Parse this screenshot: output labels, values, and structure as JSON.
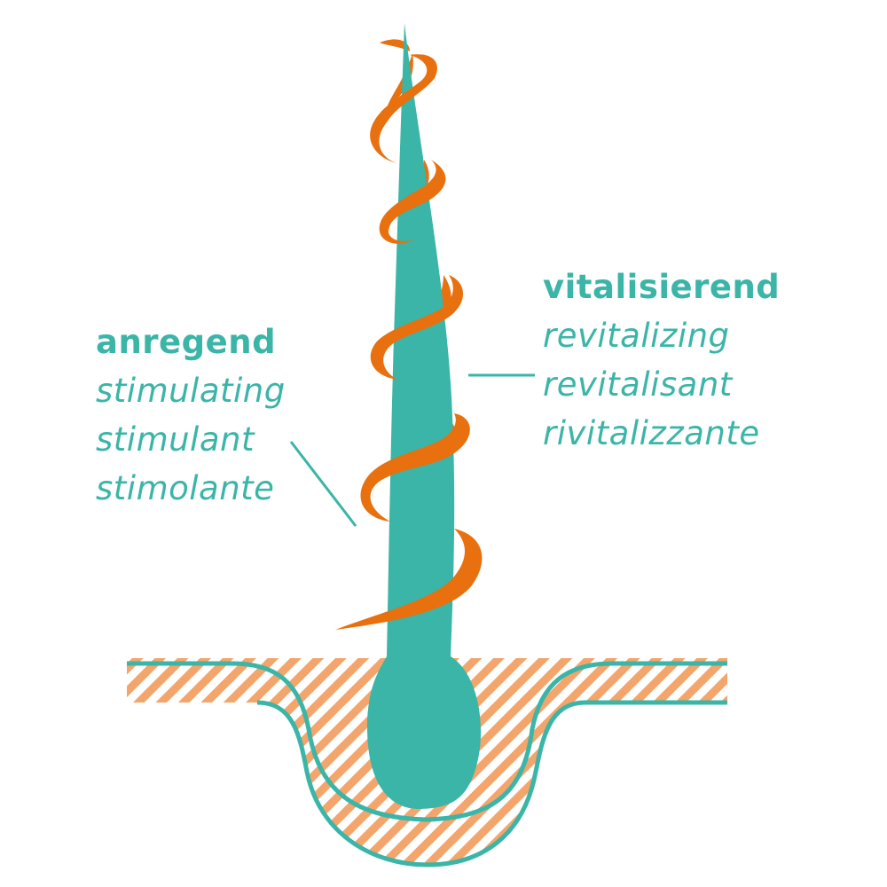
{
  "colors": {
    "teal": "#3ab5a7",
    "orange": "#e8700f",
    "stripe": "#f3a56b",
    "background": "#ffffff"
  },
  "left_label": {
    "terms": [
      "anregend",
      "stimulating",
      "stimulant",
      "stimolante"
    ]
  },
  "right_label": {
    "terms": [
      "vitalisierend",
      "revitalizing",
      "revitalisant",
      "rivitalizzante"
    ]
  }
}
